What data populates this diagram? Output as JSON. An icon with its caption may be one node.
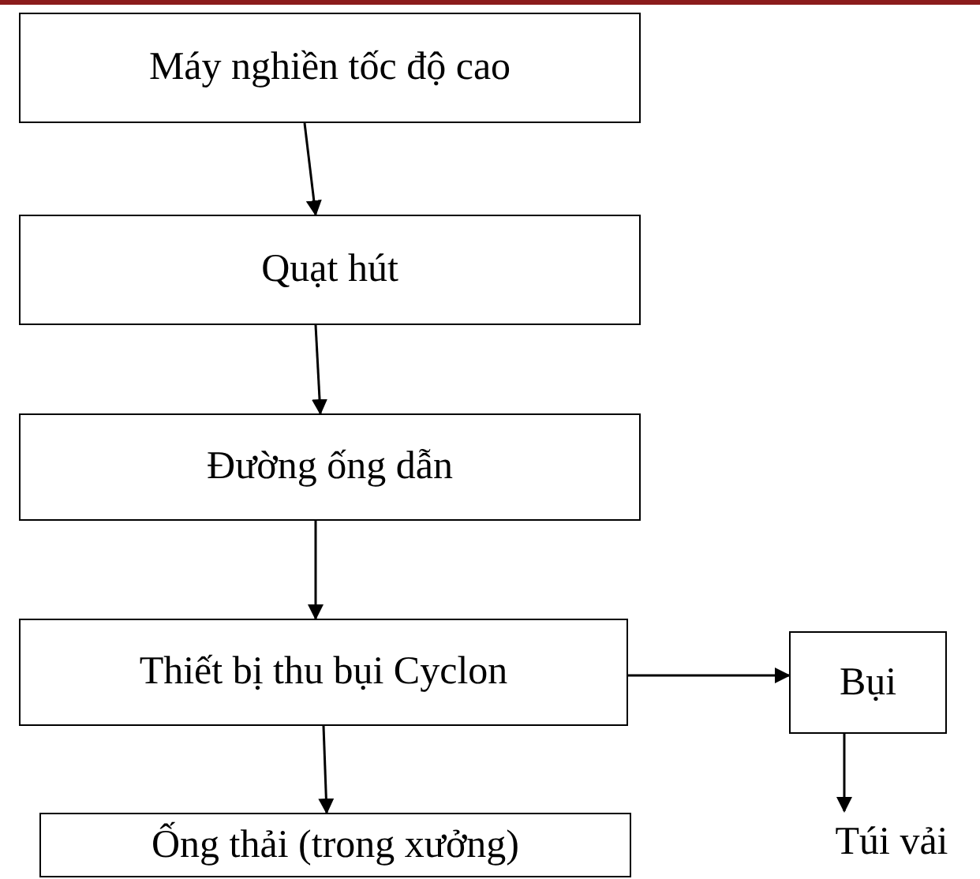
{
  "diagram": {
    "nodes": [
      {
        "text": [
          "Máy nghiền tốc độ cao"
        ]
      },
      {
        "text": [
          "Quạt hút"
        ]
      },
      {
        "text": [
          "Đường ống dẫn"
        ]
      },
      {
        "text": [
          "Thiết bị thu bụi Cyclon"
        ]
      },
      {
        "text": [
          "Bụi"
        ]
      },
      {
        "text": [
          "Ống thải (trong xưởng)"
        ]
      },
      {
        "text": [
          "Túi vải"
        ]
      }
    ],
    "edges": [
      {
        "from": 0,
        "to": 1,
        "arrow": "to"
      },
      {
        "from": 1,
        "to": 2,
        "arrow": "to"
      },
      {
        "from": 2,
        "to": 3,
        "arrow": "to"
      },
      {
        "from": 3,
        "to": 4,
        "arrow": "to"
      },
      {
        "from": 3,
        "to": 5,
        "arrow": "to"
      },
      {
        "from": 4,
        "to": 6,
        "arrow": "to"
      }
    ]
  }
}
